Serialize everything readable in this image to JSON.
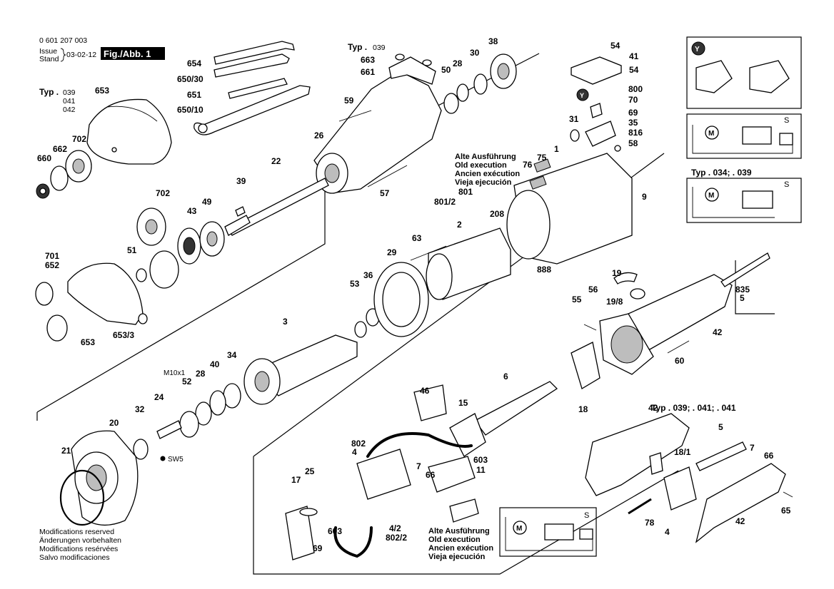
{
  "header": {
    "part_number": "0 601 207 003",
    "issue_label": "Issue",
    "stand_label": "Stand",
    "date": "03-02-12",
    "figure": "Fig./Abb. 1"
  },
  "type_labels": {
    "cover": {
      "prefix": "Typ .",
      "lines": [
        "039",
        "041",
        "042"
      ]
    },
    "handle_top": {
      "prefix": "Typ .",
      "lines": [
        "039"
      ]
    },
    "inset_mid": "Typ . 034; . 039",
    "handle_lower": "Typ . 039; . 041; . 041"
  },
  "old_execution_top": [
    "Alte Ausführung",
    "Old execution",
    "Ancien exécution",
    "Vieja ejecución"
  ],
  "old_execution_bottom": [
    "Alte Ausführung",
    "Old execution",
    "Ancien exécution",
    "Vieja ejecución"
  ],
  "modifications": [
    "Modifications reserved",
    "Änderungen vorbehalten",
    "Modifications resérvées",
    "Salvo modificaciones"
  ],
  "inset_symbols": {
    "circle_letter": "Y",
    "motor_letter": "M",
    "wave": "S"
  },
  "misc_labels": {
    "thread": "M10x1",
    "sw": "SW5"
  },
  "part_labels": {
    "p654": "654",
    "p650_30": "650/30",
    "p651": "651",
    "p650_10": "650/10",
    "p653": "653",
    "p702a": "702",
    "p662": "662",
    "p660": "660",
    "p663": "663",
    "p661": "661",
    "p59": "59",
    "p26": "26",
    "p22": "22",
    "p39": "39",
    "p50": "50",
    "p28a": "28",
    "p30a": "30",
    "p38": "38",
    "p57": "57",
    "p702b": "702",
    "p43": "43",
    "p49": "49",
    "p701": "701",
    "p652": "652",
    "p51": "51",
    "p653b": "653",
    "p653_3": "653/3",
    "p54a": "54",
    "p41": "41",
    "p54b": "54",
    "p800": "800",
    "p70": "70",
    "p69": "69",
    "p35": "35",
    "p816": "816",
    "p58": "58",
    "p31": "31",
    "p75": "75",
    "p76": "76",
    "p1": "1",
    "p9": "9",
    "p801": "801",
    "p801_2": "801/2",
    "p208": "208",
    "p2": "2",
    "p63": "63",
    "p888": "888",
    "p29": "29",
    "p36": "36",
    "p53": "53",
    "p3": "3",
    "p34": "34",
    "p40": "40",
    "p28b": "28",
    "p52": "52",
    "p24": "24",
    "p32": "32",
    "p20": "20",
    "p21": "21",
    "p19": "19",
    "p19_8": "19/8",
    "p55": "55",
    "p56": "56",
    "p835": "835",
    "p5a": "5",
    "p42a": "42",
    "p60": "60",
    "p18": "18",
    "p6": "6",
    "p46": "46",
    "p15": "15",
    "p802": "802",
    "p4a": "4",
    "p7a": "7",
    "p66a": "66",
    "p603a": "603",
    "p11": "11",
    "p17": "17",
    "p25": "25",
    "p603b": "603",
    "p4_2": "4/2",
    "p802_2": "802/2",
    "p69b": "69",
    "p42b": "42",
    "p5b": "5",
    "p7b": "7",
    "p66b": "66",
    "p18_1": "18/1",
    "p78": "78",
    "p4b": "4",
    "p42c": "42",
    "p65": "65"
  }
}
